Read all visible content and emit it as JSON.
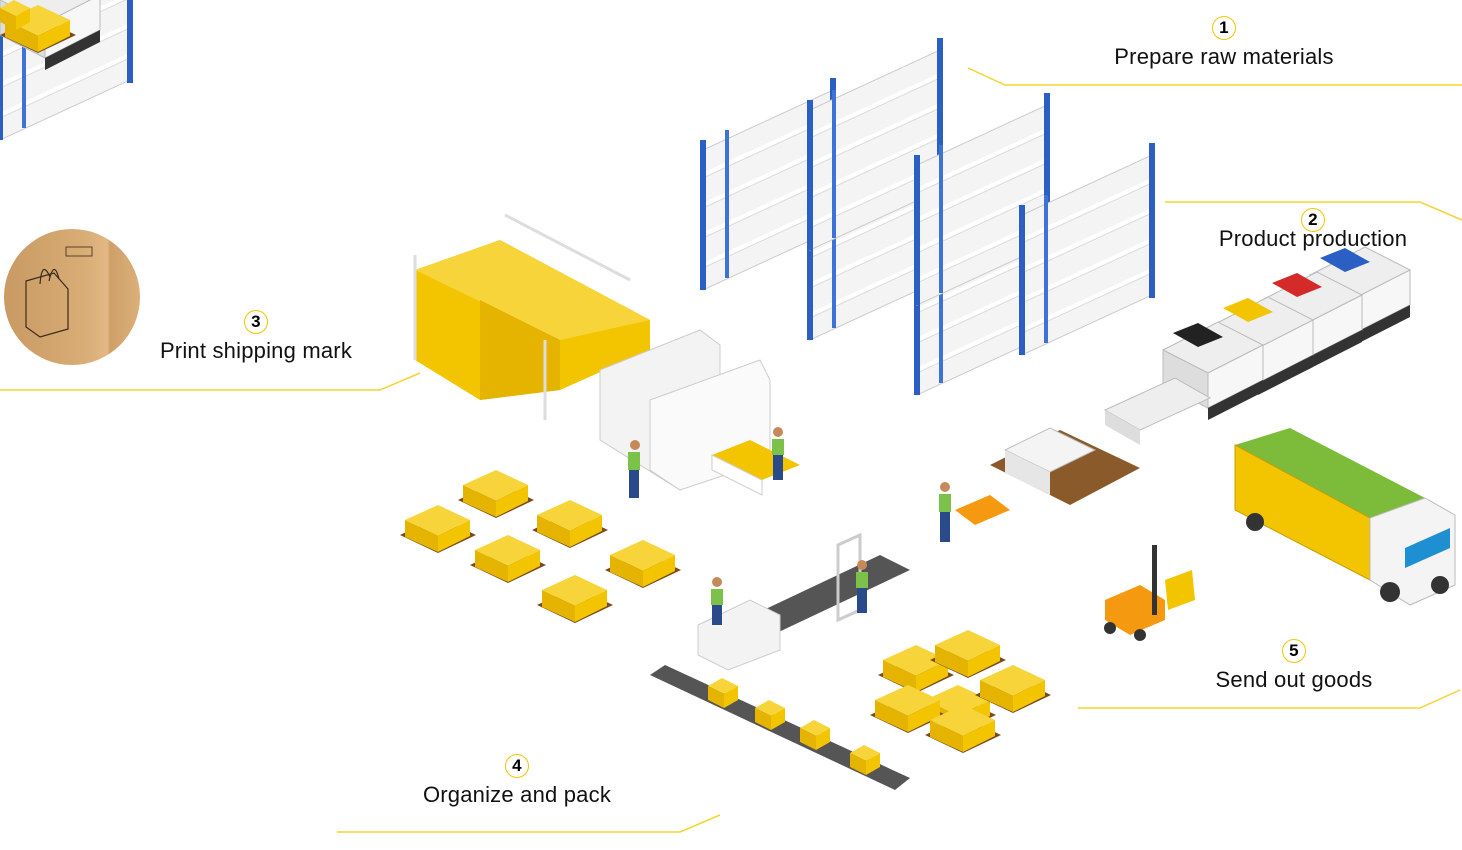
{
  "steps": [
    {
      "number": "1",
      "title": "Prepare raw materials"
    },
    {
      "number": "2",
      "title": "Product production"
    },
    {
      "number": "3",
      "title": "Print shipping mark"
    },
    {
      "number": "4",
      "title": "Organize and pack"
    },
    {
      "number": "5",
      "title": "Send out goods"
    }
  ],
  "colors": {
    "accent": "#f5c400",
    "shelf": "#2b5fc4",
    "box": "#f2c500",
    "truck": "#7dbb3a"
  }
}
